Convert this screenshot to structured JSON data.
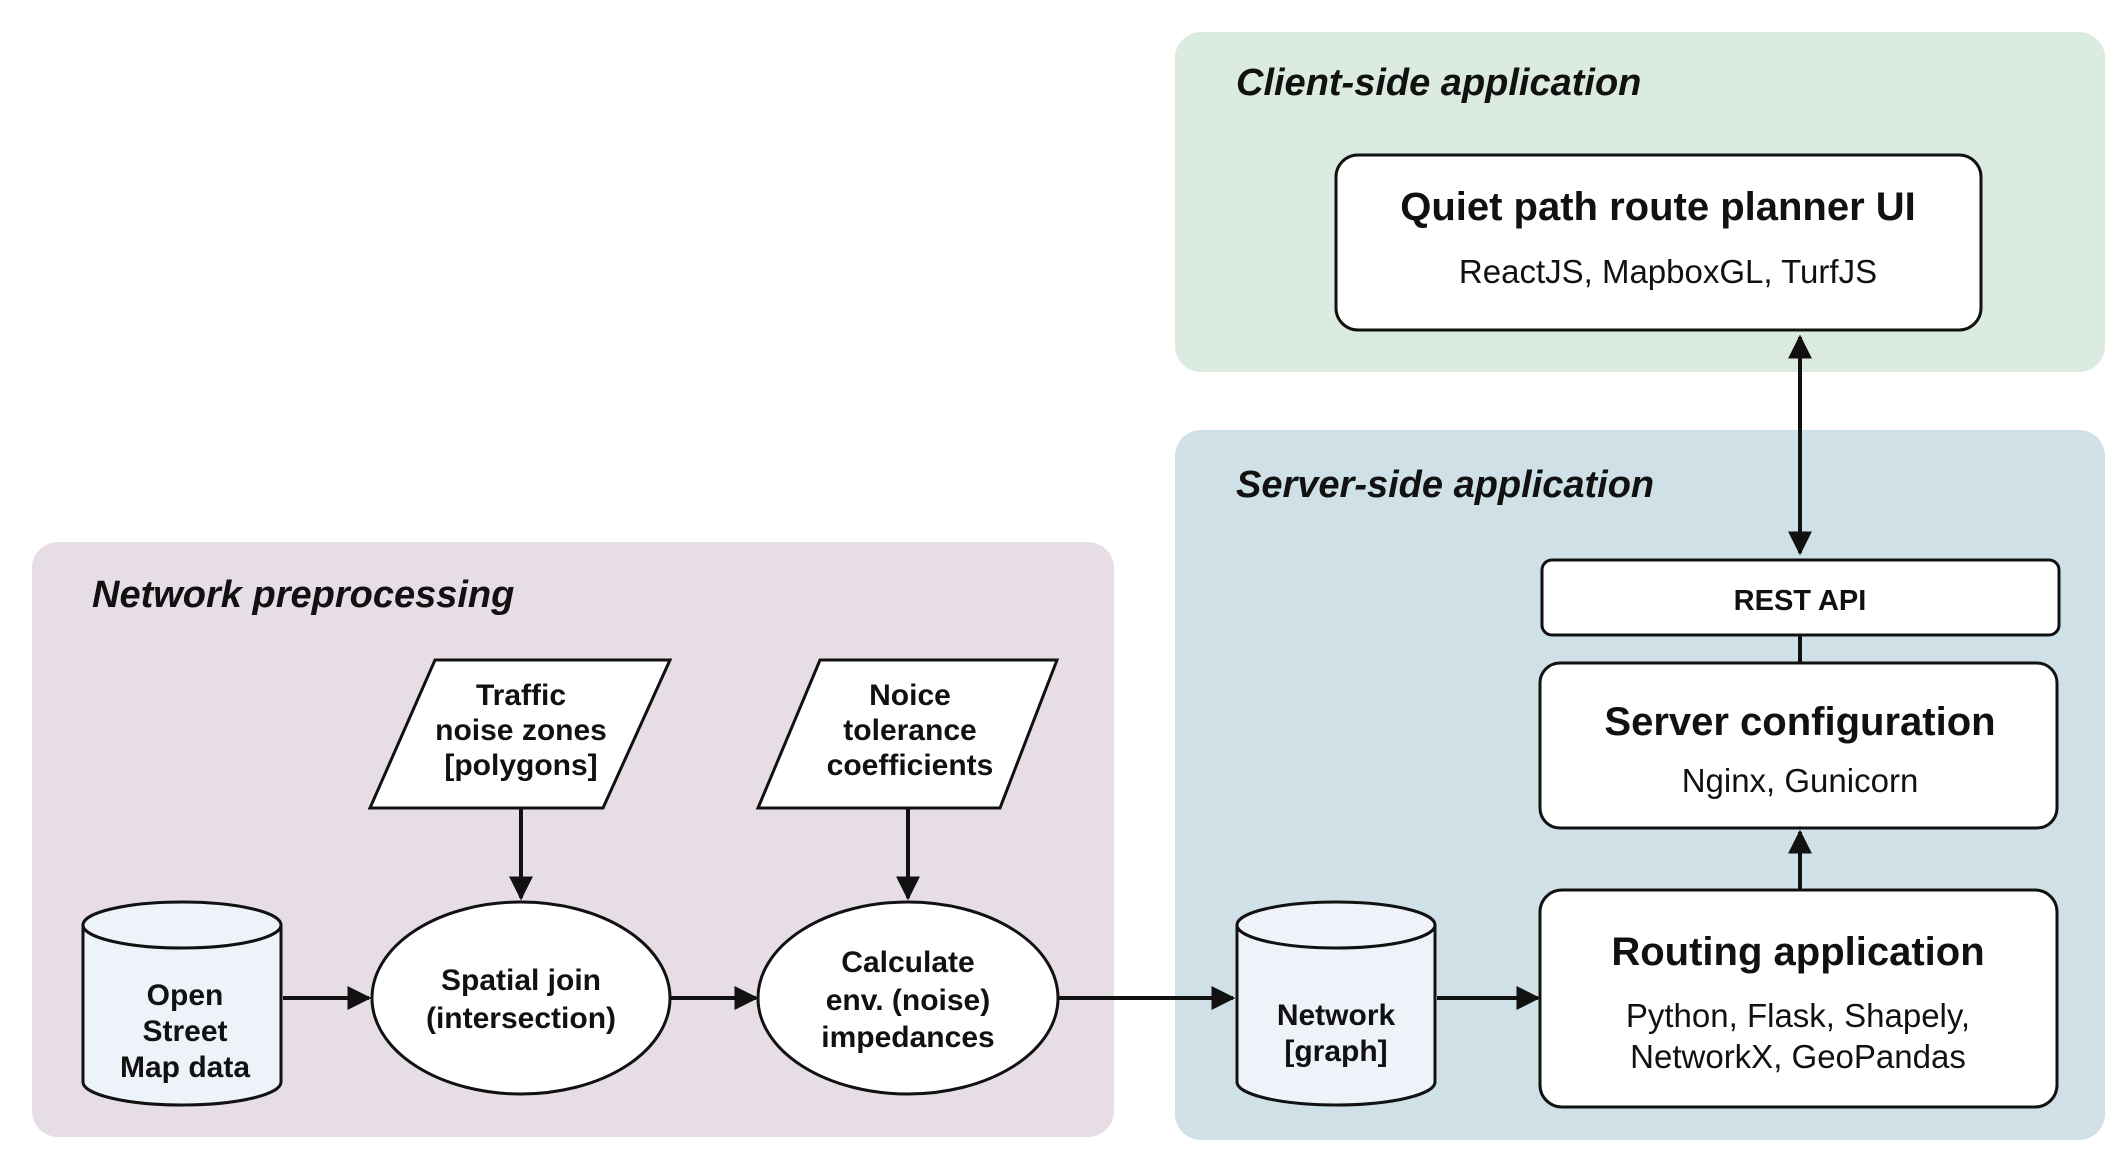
{
  "groups": {
    "client": {
      "title": "Client-side application",
      "fill": "#dcebe0"
    },
    "server": {
      "title": "Server-side application",
      "fill": "#cfe1e6"
    },
    "network": {
      "title": "Network preprocessing",
      "fill": "#e7dde6"
    }
  },
  "boxes": {
    "route_planner": {
      "title": "Quiet path route planner UI",
      "sub": "ReactJS, MapboxGL, TurfJS"
    },
    "rest_api": {
      "title": "REST API"
    },
    "server_config": {
      "title": "Server configuration",
      "sub": "Nginx, Gunicorn"
    },
    "routing_app": {
      "title": "Routing application",
      "sub_line1": "Python, Flask, Shapely,",
      "sub_line2": "NetworkX, GeoPandas"
    }
  },
  "nodes": {
    "osm": {
      "line1": "Open",
      "line2": "Street",
      "line3": "Map data"
    },
    "traffic_noise": {
      "line1": "Traffic",
      "line2": "noise zones",
      "line3": "[polygons]"
    },
    "noise_tolerance": {
      "line1": "Noice",
      "line2": "tolerance",
      "line3": "coefficients"
    },
    "spatial_join": {
      "line1": "Spatial join",
      "line2": "(intersection)"
    },
    "calc_impedance": {
      "line1": "Calculate",
      "line2": "env. (noise)",
      "line3": "impedances"
    },
    "network_graph": {
      "line1": "Network",
      "line2": "[graph]"
    }
  },
  "colors": {
    "stroke": "#111111",
    "node_fill": "#ffffff",
    "db_fill": "#eef3f9"
  }
}
